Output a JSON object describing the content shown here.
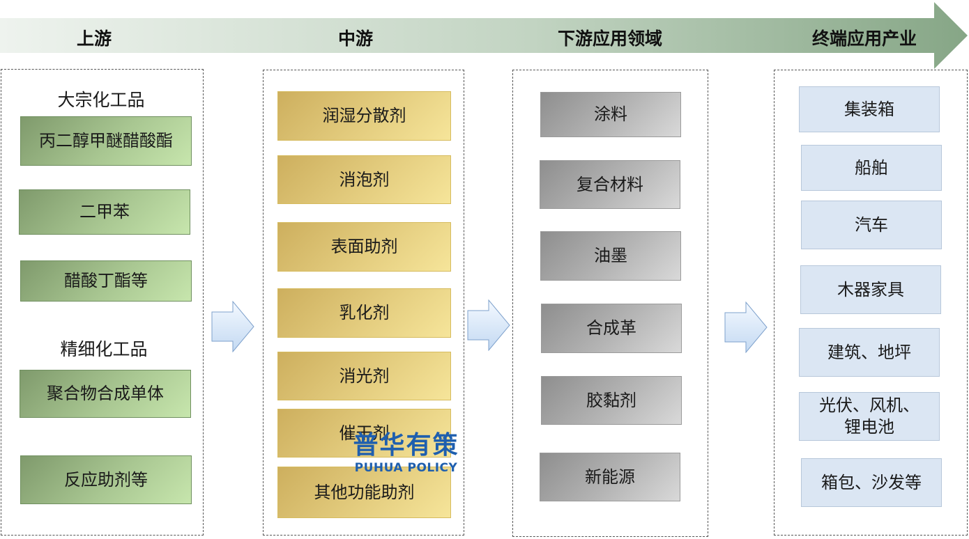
{
  "stages": [
    "上游",
    "中游",
    "下游应用领域",
    "终端应用产业"
  ],
  "upstream": {
    "group1_label": "大宗化工品",
    "group1_items": [
      "丙二醇甲醚醋酸酯",
      "二甲苯",
      "醋酸丁酯等"
    ],
    "group2_label": "精细化工品",
    "group2_items": [
      "聚合物合成单体",
      "反应助剂等"
    ]
  },
  "midstream": [
    "润湿分散剂",
    "消泡剂",
    "表面助剂",
    "乳化剂",
    "消光剂",
    "催干剂",
    "其他功能助剂"
  ],
  "downstream": [
    "涂料",
    "复合材料",
    "油墨",
    "合成革",
    "胶黏剂",
    "新能源"
  ],
  "terminal": [
    "集装箱",
    "船舶",
    "汽车",
    "木器家具",
    "建筑、地坪",
    "光伏、风机、\n锂电池",
    "箱包、沙发等"
  ],
  "watermark": {
    "cn": "普华有策",
    "en": "PUHUA POLICY"
  },
  "colors": {
    "banner": "#93ae93",
    "upstream_box": "#a9c792",
    "midstream_box": "#e4cd7f",
    "downstream_box": "#b5b5b5",
    "terminal_box": "#dbe6f3",
    "flow_arrow": "#d2e3f5",
    "watermark": "#1f5fae"
  }
}
